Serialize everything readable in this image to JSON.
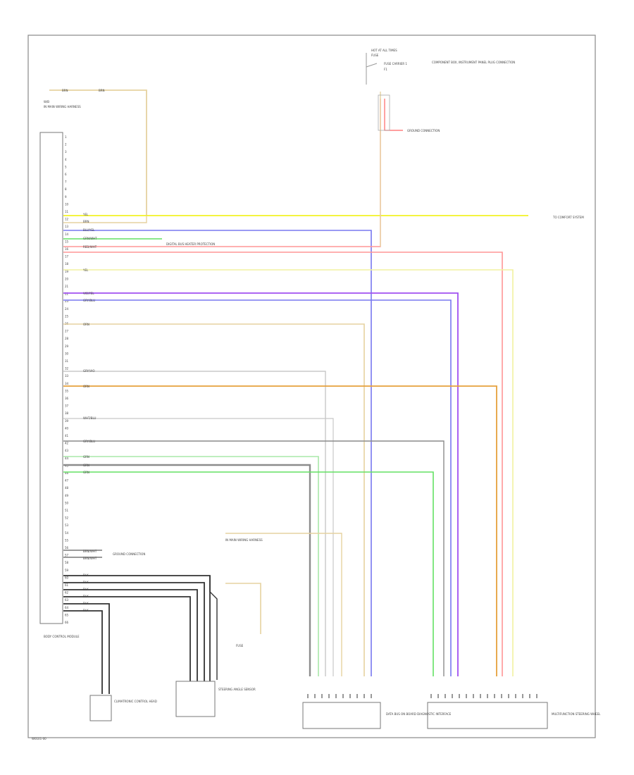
{
  "colors": {
    "border": "#888888",
    "yel": "#f0f000",
    "yel_pale": "#f2f2a0",
    "tan": "#e6d2a0",
    "gry": "#8c8c8c",
    "gry_pale": "#c8c8c8",
    "vio": "#a050f0",
    "blu": "#7878f0",
    "grn": "#64e164",
    "grn_pale": "#a8e8a8",
    "red": "#ff6464",
    "red_pale": "#ff9696",
    "pnk": "#ffb4b4",
    "org": "#e6a03c",
    "blk": "#333333"
  },
  "labels": {
    "top_fuse_a": "HOT AT ALL TIMES",
    "top_fuse_b": "FUSE",
    "top_fuse_c": "FUSE CARRIER 1",
    "top_fuse_d": "F1",
    "top_right_component": "COMPONENT BOX, INSTRUMENT PANEL PLUG CONNECTION",
    "ground_tr": "GROUND CONNECTION",
    "wire_l1": "BRN",
    "wire_l2": "BRN",
    "splice_tl": "W/B",
    "splice_tl_b": "IN MAIN WIRING HARNESS",
    "right_connector": "TO COMFORT SYSTEM",
    "diag_note": "DIGITAL BUS HEATER PROTECTION",
    "module_left": "BODY CONTROL MODULE",
    "ground_left": "GROUND CONNECTION",
    "mid_splice": "IN MAIN WIRING HARNESS",
    "fuse_mid": "FUSE",
    "bottom_1": "CLIMATRONIC CONTROL HEAD",
    "bottom_2": "STEERING ANGLE SENSOR",
    "bottom_3": "DATA BUS ON BOARD DIAGNOSTIC INTERFACE",
    "bottom_4": "MULTIFUNCTION STEERING WHEEL",
    "footer_code": "W0101-00"
  },
  "wire_codes": {
    "w_yel": "YEL",
    "w_brn": "BRN",
    "w_blu": "BLU/YEL",
    "w_grn": "GRN/WHT",
    "w_red": "RED/WHT",
    "w_tan": "YEL",
    "w_vio": "VIO/YEL",
    "w_gry": "GRY/BLU",
    "w_ora": "ORN",
    "w_grv": "GRY/VIO",
    "w_wht": "WHT/BLU",
    "w_grn2": "GRN",
    "w_blk": "BLK",
    "w_bwh": "BRN/WHT"
  }
}
